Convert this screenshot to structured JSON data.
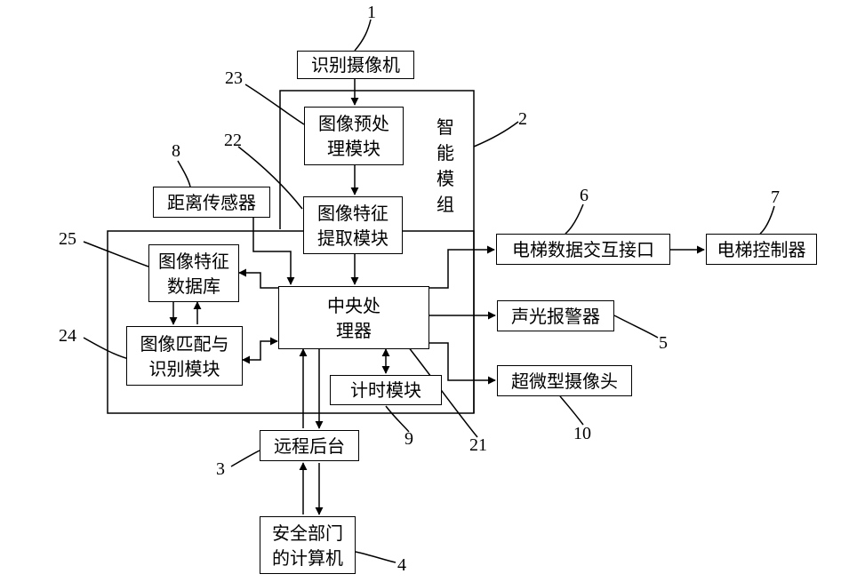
{
  "figure": {
    "boxes": {
      "camera": "识别摄像机",
      "preprocess": "图像预处\n理模块",
      "feature_extract": "图像特征\n提取模块",
      "distance_sensor": "距离传感器",
      "feature_db": "图像特征\n数据库",
      "match_recognize": "图像匹配与\n识别模块",
      "cpu": "中央处\n理器",
      "timer": "计时模块",
      "remote_backend": "远程后台",
      "security_computer": "安全部门\n的计算机",
      "elevator_interface": "电梯数据交互接口",
      "elevator_controller": "电梯控制器",
      "alarm": "声光报警器",
      "micro_camera": "超微型摄像头"
    },
    "region_label": "智\n能\n模\n组",
    "refs": {
      "camera": "1",
      "smart_module": "2",
      "remote_backend": "3",
      "security_computer": "4",
      "alarm": "5",
      "elevator_interface": "6",
      "elevator_controller": "7",
      "distance_sensor": "8",
      "timer": "9",
      "micro_camera": "10",
      "cpu": "21",
      "feature_extract": "22",
      "preprocess": "23",
      "match_recognize": "24",
      "feature_db": "25"
    }
  }
}
